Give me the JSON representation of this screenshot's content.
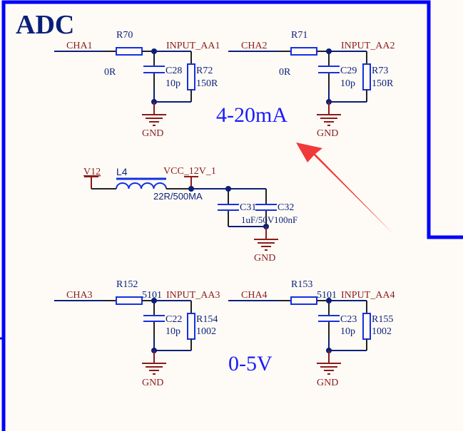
{
  "title": "ADC",
  "annotations": {
    "current_mode": "4-20mA",
    "voltage_mode": "0-5V"
  },
  "colors": {
    "border": "#0000ff",
    "wire": "#0a1f7a",
    "net_label": "#8b1a1a",
    "component": "#1530e0",
    "annotation": "#1a1aff",
    "arrow": "#f03a3a",
    "background": "#fefbf6"
  },
  "channels": [
    {
      "net_in": "CHA1",
      "series_r": "R70",
      "series_r_value": "0R",
      "net_out": "INPUT_AA1",
      "cap": "C28",
      "cap_value": "10p",
      "shunt_r": "R72",
      "shunt_r_value": "150R",
      "gnd": "GND"
    },
    {
      "net_in": "CHA2",
      "series_r": "R71",
      "series_r_value": "0R",
      "net_out": "INPUT_AA2",
      "cap": "C29",
      "cap_value": "10p",
      "shunt_r": "R73",
      "shunt_r_value": "150R",
      "gnd": "GND"
    },
    {
      "net_in": "CHA3",
      "series_r": "R152",
      "series_r_value": "5101",
      "net_out": "INPUT_AA3",
      "cap": "C22",
      "cap_value": "10p",
      "shunt_r": "R154",
      "shunt_r_value": "1002",
      "gnd": "GND"
    },
    {
      "net_in": "CHA4",
      "series_r": "R153",
      "series_r_value": "5101",
      "net_out": "INPUT_AA4",
      "cap": "C23",
      "cap_value": "10p",
      "shunt_r": "R155",
      "shunt_r_value": "1002",
      "gnd": "GND"
    }
  ],
  "power": {
    "input": "V12",
    "inductor": "L4",
    "inductor_value": "22R/500MA",
    "output": "VCC_12V_1",
    "cap1": "C31",
    "cap1_value": "1uF/50V",
    "cap2": "C32",
    "cap2_value": "100nF",
    "gnd": "GND"
  }
}
